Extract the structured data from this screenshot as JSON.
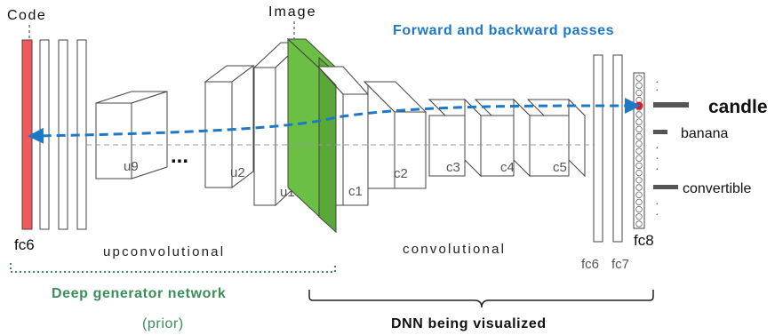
{
  "labels": {
    "code": "Code",
    "image": "Image",
    "passes": "Forward and backward passes",
    "upconv": "upconvolutional",
    "conv": "convolutional",
    "generator": "Deep generator network",
    "prior": "(prior)",
    "dnn": "DNN being visualized",
    "fc6_left": "fc6",
    "fc6_right": "fc6",
    "fc7": "fc7",
    "fc8": "fc8",
    "dots": "..."
  },
  "layers": {
    "u9": "u9",
    "u2": "u2",
    "u1": "u1",
    "c1": "c1",
    "c2": "c2",
    "c3": "c3",
    "c4": "c4",
    "c5": "c5"
  },
  "classes": {
    "candle": "candle",
    "banana": "banana",
    "convertible": "convertible"
  },
  "colors": {
    "code_red": "#f25a5a",
    "image_green": "#6bbf45",
    "arrow_blue": "#1e78c8",
    "generator_green": "#3a8f5a",
    "fc8_dot": "#e8141e"
  }
}
